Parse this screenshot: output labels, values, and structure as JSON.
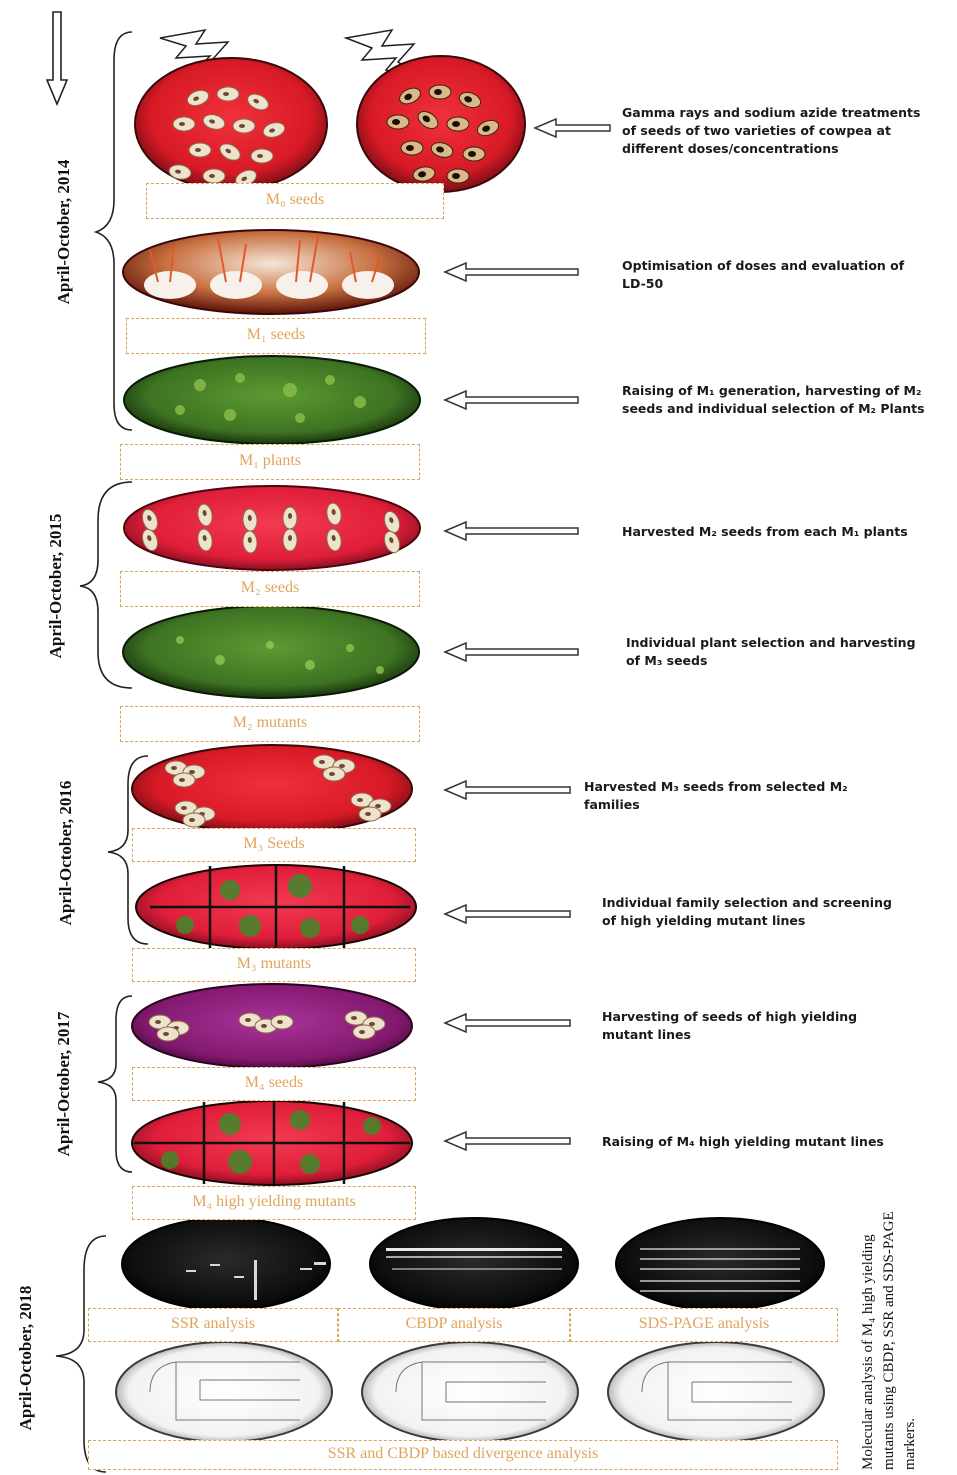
{
  "years": [
    {
      "id": "y2014",
      "label": "April-October, 2014"
    },
    {
      "id": "y2015",
      "label": "April-October, 2015"
    },
    {
      "id": "y2016",
      "label": "April-October, 2016"
    },
    {
      "id": "y2017",
      "label": "April-October, 2017"
    },
    {
      "id": "y2018",
      "label": "April-October, 2018"
    }
  ],
  "stage_labels": {
    "m0_seeds": "M₀ seeds",
    "m1_seeds": "M₁ seeds",
    "m1_plants": "M₁ plants",
    "m2_seeds": "M₂ seeds",
    "m2_mutants": "M₂ mutants",
    "m3_seeds": "M₃ Seeds",
    "m3_mutants": "M₃ mutants",
    "m4_seeds": "M₄ seeds",
    "m4_mutants": "M₄ high yielding mutants",
    "ssr": "SSR analysis",
    "cbdp": "CBDP analysis",
    "sds": "SDS-PAGE analysis",
    "divergence": "SSR and CBDP based divergence analysis"
  },
  "descriptions": {
    "d1": [
      "Gamma rays and sodium azide treatments",
      "of seeds of two varieties of cowpea at",
      "different doses/concentrations"
    ],
    "d2": [
      "Optimisation of doses and evaluation of",
      "LD-50"
    ],
    "d3": [
      "Raising of M₁ generation, harvesting of M₂",
      "seeds and individual selection of M₂ Plants"
    ],
    "d4": [
      "Harvested M₂ seeds from each M₁ plants"
    ],
    "d5": [
      "Individual plant selection and harvesting",
      "of M₃ seeds"
    ],
    "d6": [
      "Harvested M₃ seeds from selected M₂",
      "families"
    ],
    "d7": [
      "Individual family selection and screening",
      "of high yielding mutant lines"
    ],
    "d8": [
      "Harvesting of seeds of high yielding",
      "mutant lines"
    ],
    "d9": [
      "Raising of M₄ high yielding mutant lines"
    ]
  },
  "molecular_note": [
    "Molecular analysis of M₄ high yielding",
    "mutants using CBDP, SSR and SDS-PAGE",
    "markers."
  ],
  "colors": {
    "seed_red": "#e0202a",
    "magenta": "#8a1f7a",
    "leaf_green": "#3f7a22",
    "gel_dark": "#111111",
    "label_border": "#d9a45a",
    "label_text": "#e0a45c"
  },
  "icons": [
    "lightning-bolt-icon",
    "down-arrow-icon",
    "left-arrow-icon",
    "curly-brace-icon"
  ]
}
